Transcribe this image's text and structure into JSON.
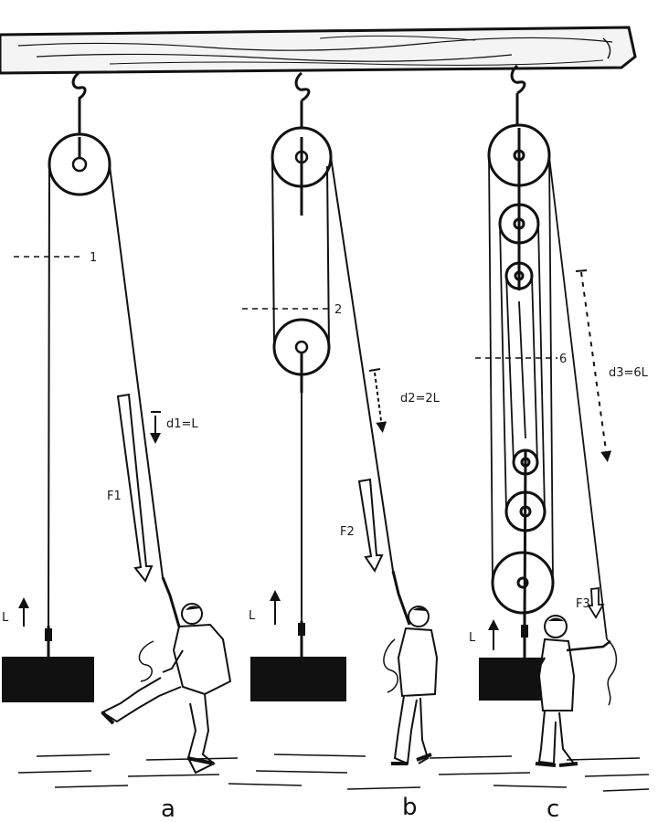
{
  "panels": [
    {
      "letter": "a",
      "line_number": "1",
      "distance_label": "d1=L",
      "force_label": "F1",
      "lift_label": "L"
    },
    {
      "letter": "b",
      "line_number": "2",
      "distance_label": "d2=2L",
      "force_label": "F2",
      "lift_label": "L"
    },
    {
      "letter": "c",
      "line_number": "6",
      "distance_label": "d3=6L",
      "force_label": "F3",
      "lift_label": "L"
    }
  ],
  "colors": {
    "ink": "#111111",
    "paper": "#ffffff",
    "beam": "#f2f2f2"
  }
}
